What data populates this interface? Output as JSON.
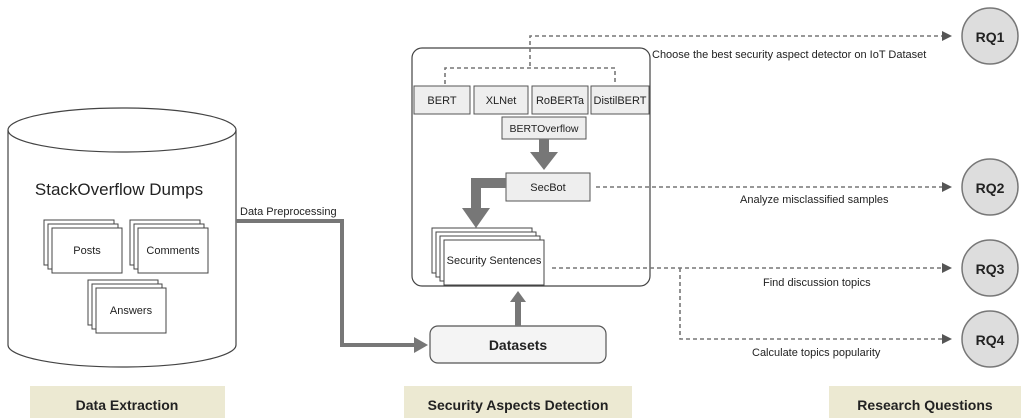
{
  "extraction": {
    "db_title": "StackOverflow Dumps",
    "docs": [
      "Posts",
      "Comments",
      "Answers"
    ],
    "flow_label": "Data Preprocessing",
    "stage_label": "Data Extraction"
  },
  "detection": {
    "models": [
      "BERT",
      "XLNet",
      "RoBERTa",
      "DistilBERT"
    ],
    "extra_model": "BERTOverflow",
    "secbot": "SecBot",
    "sentences": "Security Sentences",
    "datasets": "Datasets",
    "stage_label": "Security Aspects Detection"
  },
  "research": {
    "questions": [
      {
        "id": "RQ1",
        "task": "Choose the best security aspect detector on IoT Dataset"
      },
      {
        "id": "RQ2",
        "task": "Analyze misclassified samples"
      },
      {
        "id": "RQ3",
        "task": "Find discussion topics"
      },
      {
        "id": "RQ4",
        "task": "Calculate topics popularity"
      }
    ],
    "stage_label": "Research Questions"
  },
  "colors": {
    "stage_band": "#ece9d2",
    "box_fill": "#eeeeee",
    "arrow_solid": "#777777",
    "rq_circle": "#dddddd"
  }
}
